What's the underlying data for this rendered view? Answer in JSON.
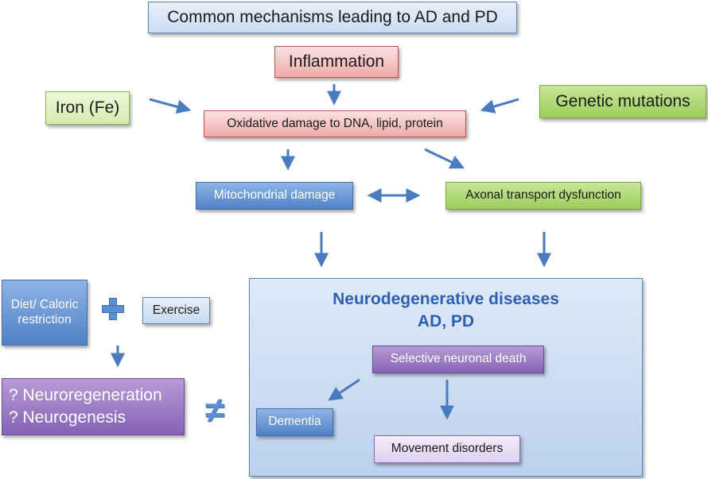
{
  "title": "Common mechanisms leading to AD and PD",
  "inflammation": "Inflammation",
  "iron": "Iron (Fe)",
  "genetic": "Genetic mutations",
  "oxidative": "Oxidative damage to DNA, lipid, protein",
  "mitochondrial": "Mitochondrial damage",
  "axonal": "Axonal transport dysfunction",
  "diet": "Diet/ Caloric restriction",
  "exercise": "Exercise",
  "plus_symbol": "+",
  "neuro_regen_1": "? Neuroregeneration",
  "neuro_regen_2": "? Neurogenesis",
  "not_equal_symbol": "≠",
  "panel_title_1": "Neurodegenerative diseases",
  "panel_title_2": "AD, PD",
  "selective_death": "Selective neuronal death",
  "dementia": "Dementia",
  "movement": "Movement disorders",
  "colors": {
    "arrow": "#4a7bbf",
    "plus": "#5b8fd1"
  }
}
